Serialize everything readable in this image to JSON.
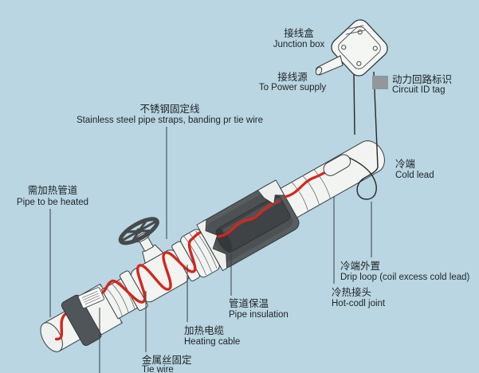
{
  "diagram": {
    "type": "technical-illustration",
    "subject": "electric heat tracing cable installation on a pipe",
    "background_color": "#b9d6e2",
    "heating_cable_color": "#d6261b",
    "cold_lead_color": "#2a2d2f",
    "insulation_color": "#585d60",
    "pipe_color": "#f2f4f2",
    "tag_swatch_color": "#90989c",
    "labels": {
      "junction_box": {
        "cn": "接线盒",
        "en": "Junction box"
      },
      "power_supply": {
        "cn": "接线源",
        "en": "To Power supply"
      },
      "circuit_id_tag": {
        "cn": "动力回路标识",
        "en": "Circuit ID tag"
      },
      "pipe_straps": {
        "cn": "不锈钢固定线",
        "en": "Stainless steel pipe straps, banding pr tie wire"
      },
      "pipe_to_be_heated": {
        "cn": "需加热管道",
        "en": "Pipe to be heated"
      },
      "cold_lead": {
        "cn": "冷端",
        "en": "Cold lead"
      },
      "drip_loop": {
        "cn": "冷端外置",
        "en": "Drip loop (coil excess cold lead)"
      },
      "hot_cold_joint": {
        "cn": "冷热接头",
        "en": "Hot-codl joint"
      },
      "pipe_insulation": {
        "cn": "管道保温",
        "en": "Pipe insulation"
      },
      "heating_cable": {
        "cn": "加热电缆",
        "en": "Heating cable"
      },
      "tie_wire": {
        "cn": "金属丝固定",
        "en": "Tie wire"
      }
    }
  }
}
